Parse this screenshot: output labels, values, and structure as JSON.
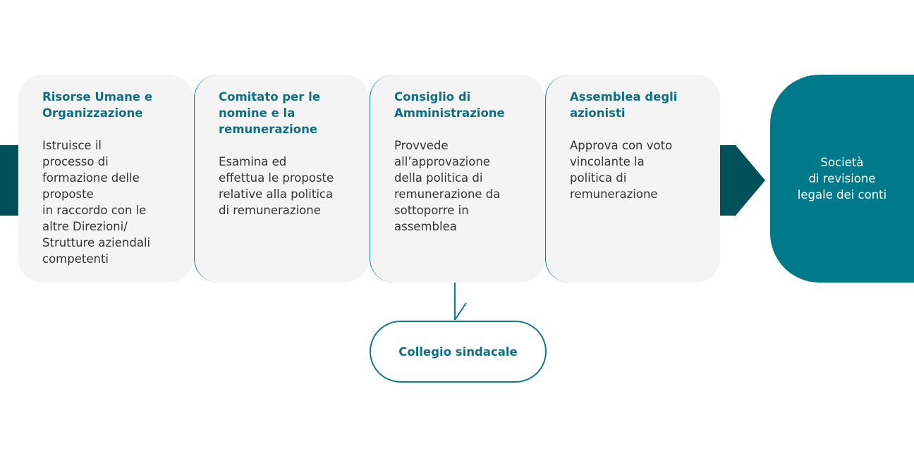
{
  "steps": [
    {
      "title": "Risorse Umane e\nOrganizzazione",
      "body": "Istruisce il\nprocesso di\nformazione delle\nproposte\nin raccordo con le\naltre Direzioni/\nStrutture aziendali\ncompetenti"
    },
    {
      "title": "Comitato per le\nnomine e la\nremunerazione",
      "body": "Esamina ed\neffettua le proposte\nrelative alla politica\ndi remunerazione"
    },
    {
      "title": "Consiglio di\nAmministrazione",
      "body": "Provvede\nall’approvazione\ndella politica di\nremunerazione da\nsottoporre in\nassemblea"
    },
    {
      "title": "Assemblea degli\nazionisti",
      "body": "Approva con voto\nvincolante la\npolitica di\nremunerazione"
    }
  ],
  "output": {
    "label": "Società\ndi revisione\nlegale dei conti"
  },
  "branch": {
    "label": "Collegio sindacale"
  },
  "colors": {
    "band": "#00515a",
    "accent": "#00798a",
    "title_text": "#0f6f80",
    "card_bg": "#f4f4f4"
  }
}
